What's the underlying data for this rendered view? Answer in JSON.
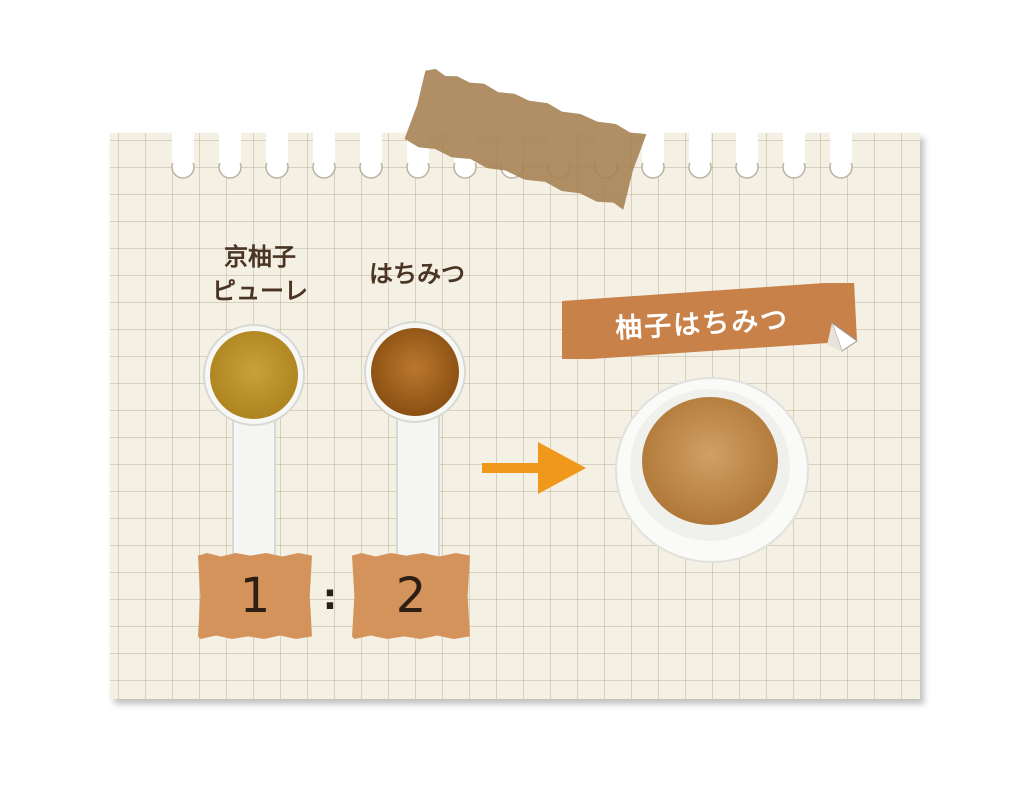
{
  "ingredients": {
    "left_label_line1": "京柚子",
    "left_label_line2": "ピューレ",
    "right_label": "はちみつ"
  },
  "ratio": {
    "left": "1",
    "separator": ":",
    "right": "2"
  },
  "result": {
    "title": "柚子はちみつ"
  },
  "colors": {
    "paper": "#f4f0e4",
    "tape": "#a58052",
    "label_tape": "#d3935a",
    "banner": "#c9814a",
    "arrow": "#f0981c",
    "text_dark": "#4a3424"
  },
  "icons": [
    "measuring-spoon-yuzu-icon",
    "measuring-spoon-honey-icon",
    "arrow-right-icon",
    "bowl-icon"
  ]
}
